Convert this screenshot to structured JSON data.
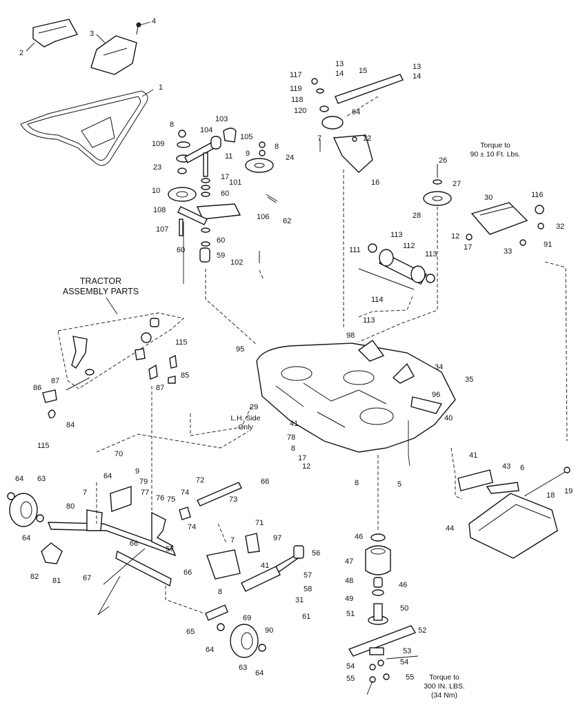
{
  "header": {
    "group_title_line1": "TRACTOR",
    "group_title_line2": "ASSEMBLY PARTS"
  },
  "notes": {
    "torque_top_line1": "Torque to",
    "torque_top_line2": "90 ± 10 Ft. Lbs.",
    "lh_side_line1": "L.H. Side",
    "lh_side_line2": "Only",
    "torque_bottom_line1": "Torque to",
    "torque_bottom_line2": "300 IN. LBS.",
    "torque_bottom_line3": "(34 Nm)"
  },
  "callouts": {
    "c1": "1",
    "c2": "2",
    "c3": "3",
    "c4": "4",
    "c5": "5",
    "c6": "6",
    "c7a": "7",
    "c7b": "7",
    "c7c": "7",
    "c8a": "8",
    "c8b": "8",
    "c8c": "8",
    "c8d": "8",
    "c8e": "8",
    "c9a": "9",
    "c9b": "9",
    "c10": "10",
    "c11": "11",
    "c12a": "12",
    "c12b": "12",
    "c12c": "12",
    "c13a": "13",
    "c13b": "13",
    "c14a": "14",
    "c14b": "14",
    "c15": "15",
    "c16": "16",
    "c17a": "17",
    "c17b": "17",
    "c17c": "17",
    "c18": "18",
    "c19": "19",
    "c23": "23",
    "c24": "24",
    "c26": "26",
    "c27": "27",
    "c28": "28",
    "c29": "29",
    "c30": "30",
    "c31": "31",
    "c32": "32",
    "c33": "33",
    "c34": "34",
    "c35": "35",
    "c40": "40",
    "c41a": "41",
    "c41b": "41",
    "c41c": "41",
    "c43": "43",
    "c44": "44",
    "c46a": "46",
    "c46b": "46",
    "c47": "47",
    "c48": "48",
    "c49": "49",
    "c50": "50",
    "c51": "51",
    "c52": "52",
    "c53": "53",
    "c54a": "54",
    "c54b": "54",
    "c55a": "55",
    "c55b": "55",
    "c56": "56",
    "c57a": "57",
    "c57b": "57",
    "c58": "58",
    "c59": "59",
    "c60a": "60",
    "c60b": "60",
    "c60c": "60",
    "c61": "61",
    "c62": "62",
    "c63a": "63",
    "c63b": "63",
    "c64a": "64",
    "c64b": "64",
    "c64c": "64",
    "c64d": "64",
    "c64e": "64",
    "c65": "65",
    "c66a": "66",
    "c66b": "66",
    "c66c": "66",
    "c67": "67",
    "c69": "69",
    "c70": "70",
    "c71": "71",
    "c72": "72",
    "c73": "73",
    "c74a": "74",
    "c74b": "74",
    "c75": "75",
    "c76": "76",
    "c77": "77",
    "c78": "78",
    "c79": "79",
    "c80": "80",
    "c81": "81",
    "c82": "82",
    "c84": "84",
    "c85": "85",
    "c86": "86",
    "c87a": "87",
    "c87b": "87",
    "c90": "90",
    "c91": "91",
    "c94": "94",
    "c95": "95",
    "c96": "96",
    "c97": "97",
    "c98": "98",
    "c101": "101",
    "c102": "102",
    "c103": "103",
    "c104": "104",
    "c105": "105",
    "c106": "106",
    "c107": "107",
    "c108": "108",
    "c109": "109",
    "c111": "111",
    "c112": "112",
    "c113a": "113",
    "c113b": "113",
    "c113c": "113",
    "c114": "114",
    "c115a": "115",
    "c115b": "115",
    "c116": "116",
    "c117": "117",
    "c118": "118",
    "c119": "119",
    "c120": "120"
  }
}
